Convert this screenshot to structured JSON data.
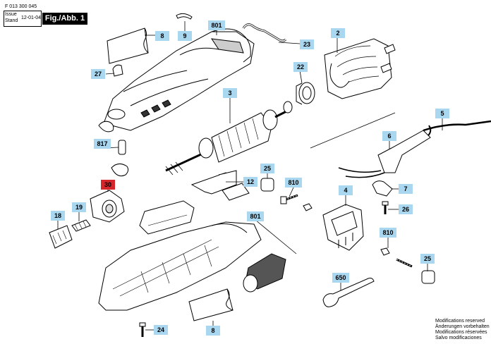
{
  "header": {
    "doc_number": "F 013 300 045",
    "issue_label": "Issue",
    "stand_label": "Stand",
    "issue_date": "12-01-04",
    "figure_tag": "Fig./Abb. 1"
  },
  "part_labels": [
    {
      "id": "8",
      "highlight": false
    },
    {
      "id": "9",
      "highlight": false
    },
    {
      "id": "801",
      "highlight": false
    },
    {
      "id": "23",
      "highlight": false
    },
    {
      "id": "2",
      "highlight": false
    },
    {
      "id": "27",
      "highlight": false
    },
    {
      "id": "22",
      "highlight": false
    },
    {
      "id": "3",
      "highlight": false
    },
    {
      "id": "5",
      "highlight": false
    },
    {
      "id": "817",
      "highlight": false
    },
    {
      "id": "6",
      "highlight": false
    },
    {
      "id": "25",
      "highlight": false
    },
    {
      "id": "12",
      "highlight": false
    },
    {
      "id": "810",
      "highlight": false
    },
    {
      "id": "30",
      "highlight": true
    },
    {
      "id": "4",
      "highlight": false
    },
    {
      "id": "7",
      "highlight": false
    },
    {
      "id": "19",
      "highlight": false
    },
    {
      "id": "18",
      "highlight": false
    },
    {
      "id": "801",
      "highlight": false
    },
    {
      "id": "26",
      "highlight": false
    },
    {
      "id": "810",
      "highlight": false
    },
    {
      "id": "25",
      "highlight": false
    },
    {
      "id": "650",
      "highlight": false
    },
    {
      "id": "24",
      "highlight": false
    },
    {
      "id": "8",
      "highlight": false
    }
  ],
  "notes": [
    "Modifications reserved",
    "Änderungen vorbehalten",
    "Modifications réservées",
    "Salvo modificaciones"
  ]
}
